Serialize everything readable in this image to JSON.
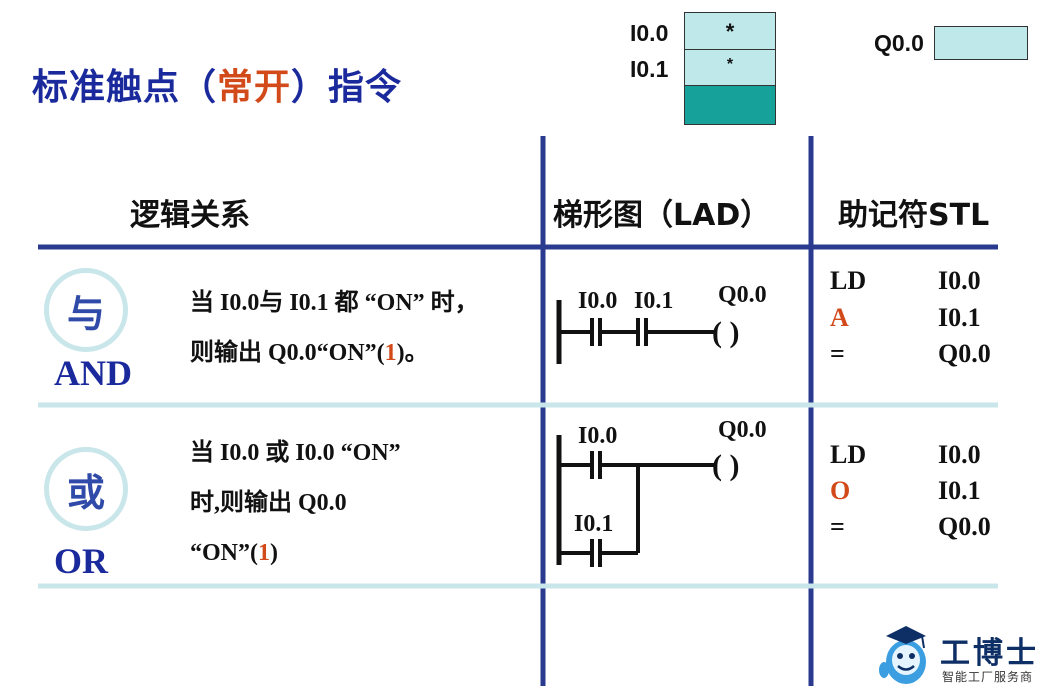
{
  "title": {
    "main": "标准触点（",
    "highlight": "常开",
    "tail": "）指令"
  },
  "memory": {
    "inputs": [
      {
        "label": "I0.0",
        "state": "*"
      },
      {
        "label": "I0.1",
        "state": "*"
      }
    ],
    "output": {
      "label": "Q0.0"
    }
  },
  "headers": {
    "logic": "逻辑关系",
    "lad": "梯形图（LAD）",
    "stl": "助记符STL"
  },
  "rows": [
    {
      "symbol": "与",
      "name": "AND",
      "desc_lines": [
        {
          "text": "当 I0.0与 I0.1 都 “ON” 时，",
          "num": ""
        },
        {
          "text": "则输出 Q0.0“ON”(",
          "num": "1",
          "tail": ")。"
        }
      ],
      "lad": {
        "contact1": "I0.0",
        "contact2": "I0.1",
        "coil": "Q0.0",
        "coil_symbol": "(      )"
      },
      "stl": [
        {
          "op": "LD",
          "operand": "I0.0"
        },
        {
          "op": "A",
          "operand": "I0.1"
        },
        {
          "op": "=",
          "operand": "Q0.0"
        }
      ]
    },
    {
      "symbol": "或",
      "name": "OR",
      "desc_lines": [
        {
          "text": "当 I0.0 或 I0.0  “ON”",
          "num": ""
        },
        {
          "text": "时,则输出 Q0.0",
          "num": ""
        },
        {
          "text": "“ON”(",
          "num": "1",
          "tail": ")"
        }
      ],
      "lad": {
        "contact1": "I0.0",
        "contact2": "I0.1",
        "coil": "Q0.0",
        "coil_symbol": "(      )"
      },
      "stl": [
        {
          "op": "LD",
          "operand": "I0.0"
        },
        {
          "op": "O",
          "operand": "I0.1"
        },
        {
          "op": "=",
          "operand": "Q0.0"
        }
      ]
    }
  ],
  "brand": {
    "name": "工博士",
    "tagline": "智能工厂服务商"
  },
  "colors": {
    "title_blue": "#1a2a9c",
    "accent_red": "#d24a1a",
    "line_blue": "#2a3a8f",
    "cell_cyan": "#bfe8ea",
    "cell_teal": "#16a19b"
  }
}
